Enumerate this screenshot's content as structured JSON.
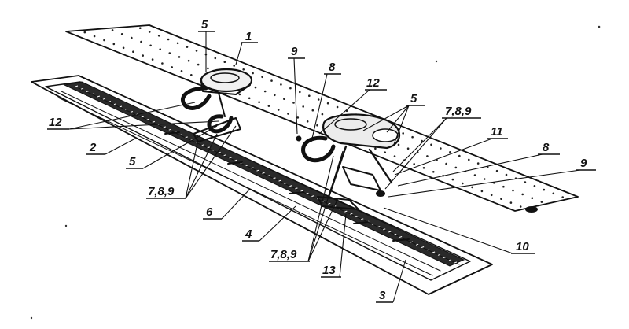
{
  "figure": {
    "labels": {
      "l1": "1",
      "l2": "2",
      "l3": "3",
      "l4": "4",
      "l5a": "5",
      "l5b": "5",
      "l5c": "5",
      "l6": "6",
      "l789a": "7,8,9",
      "l789b": "7,8,9",
      "l789c": "7,8,9",
      "l8a": "8",
      "l8b": "8",
      "l9a": "9",
      "l9b": "9",
      "l10": "10",
      "l11": "11",
      "l12a": "12",
      "l12b": "12",
      "l13": "13"
    }
  }
}
